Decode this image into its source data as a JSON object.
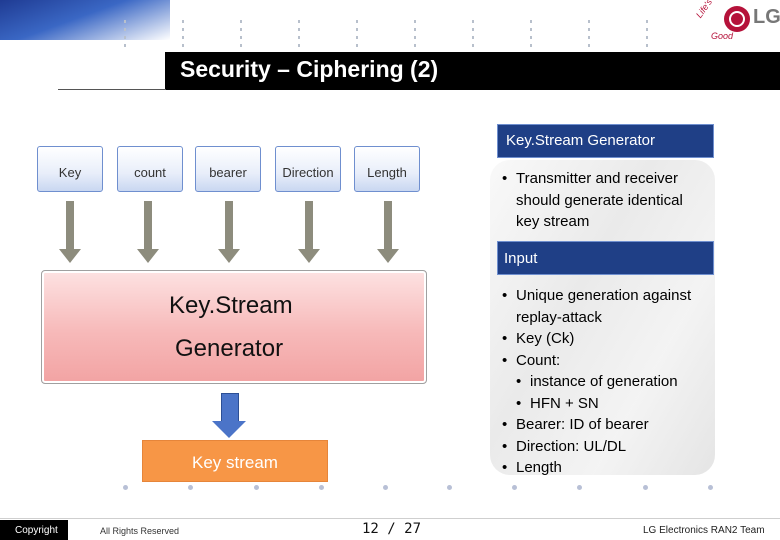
{
  "header": {
    "title": "Security – Ciphering (2)",
    "logo_text": "LG",
    "logo_slogan_1": "Life's",
    "logo_slogan_2": "Good"
  },
  "inputs": [
    "Key",
    "count",
    "bearer",
    "Direction",
    "Length"
  ],
  "main_box": {
    "line1": "Key.Stream",
    "line2": "Generator"
  },
  "output_box": "Key stream",
  "right_panel": {
    "header1": "Key.Stream Generator",
    "bullet1_line1": "Transmitter and receiver",
    "bullet1_line2": "should generate identical",
    "bullet1_line3": "key stream",
    "header2": "Input",
    "items": {
      "unique_1": "Unique generation against",
      "unique_2": "replay-attack",
      "key": "Key (Ck)",
      "count": "Count:",
      "count_sub1": "instance of generation",
      "count_sub2": "HFN + SN",
      "bearer": "Bearer: ID of bearer",
      "direction": "Direction: UL/DL",
      "length": "Length"
    }
  },
  "footer": {
    "copyright": "Copyright",
    "rights": "All Rights Reserved",
    "page": "12 / 27",
    "team": "LG Electronics RAN2 Team"
  },
  "colors": {
    "title_bar": "#000000",
    "header_box": "#1f3f86",
    "output_box": "#f79646",
    "main_box": "#f7b9b9",
    "arrow_blue": "#4b74c8",
    "logo": "#b5123a"
  }
}
